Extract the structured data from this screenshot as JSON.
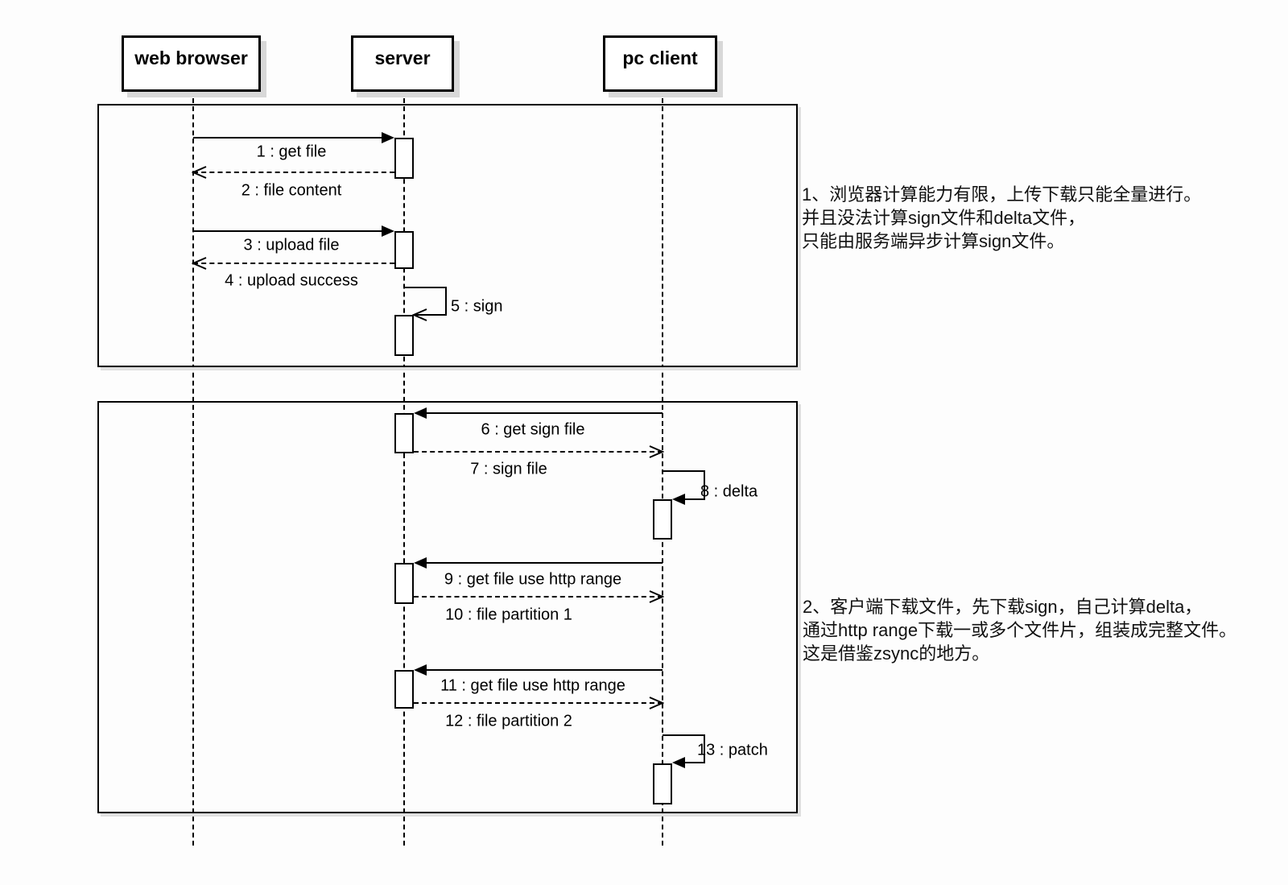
{
  "diagram": {
    "actors": [
      {
        "label": "web browser"
      },
      {
        "label": "server"
      },
      {
        "label": "pc client"
      }
    ],
    "messages": {
      "m1": "1 : get file",
      "m2": "2 : file content",
      "m3": "3 : upload file",
      "m4": "4 : upload success",
      "m5": "5 : sign",
      "m6": "6 : get sign file",
      "m7": "7 : sign file",
      "m8": "8 : delta",
      "m9": "9 : get file use http range",
      "m10": "10 : file partition 1",
      "m11": "11 : get file use http range",
      "m12": "12 : file partition 2",
      "m13": "13 : patch"
    },
    "notes": {
      "note1": {
        "line1": "1、浏览器计算能力有限，上传下载只能全量进行。",
        "line2": "并且没法计算sign文件和delta文件，",
        "line3": "只能由服务端异步计算sign文件。"
      },
      "note2": {
        "line1": "2、客户端下载文件，先下载sign，自己计算delta，",
        "line2": "通过http range下载一或多个文件片，组装成完整文件。",
        "line3": "这是借鉴zsync的地方。"
      }
    }
  }
}
